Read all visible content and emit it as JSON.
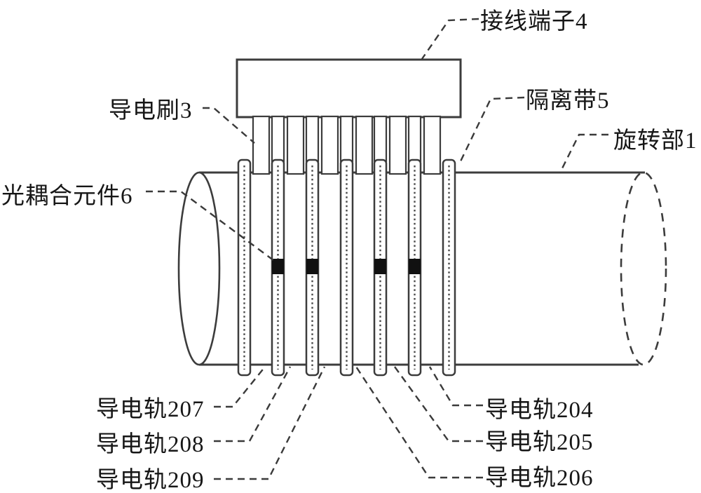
{
  "figure": {
    "description": "Rotary slip-ring assembly patent diagram",
    "colors": {
      "ink": "#3c3c3c",
      "background": "#ffffff",
      "coupler_fill": "#111111"
    }
  },
  "labels": {
    "terminal_block": "接线端子4",
    "conductive_brush": "导电刷3",
    "isolation_band": "隔离带5",
    "rotating_part": "旋转部1",
    "optical_coupler": "光耦合元件6",
    "rails_left": [
      "导电轨207",
      "导电轨208",
      "导电轨209"
    ],
    "rails_right": [
      "导电轨204",
      "导电轨205",
      "导电轨206"
    ]
  }
}
